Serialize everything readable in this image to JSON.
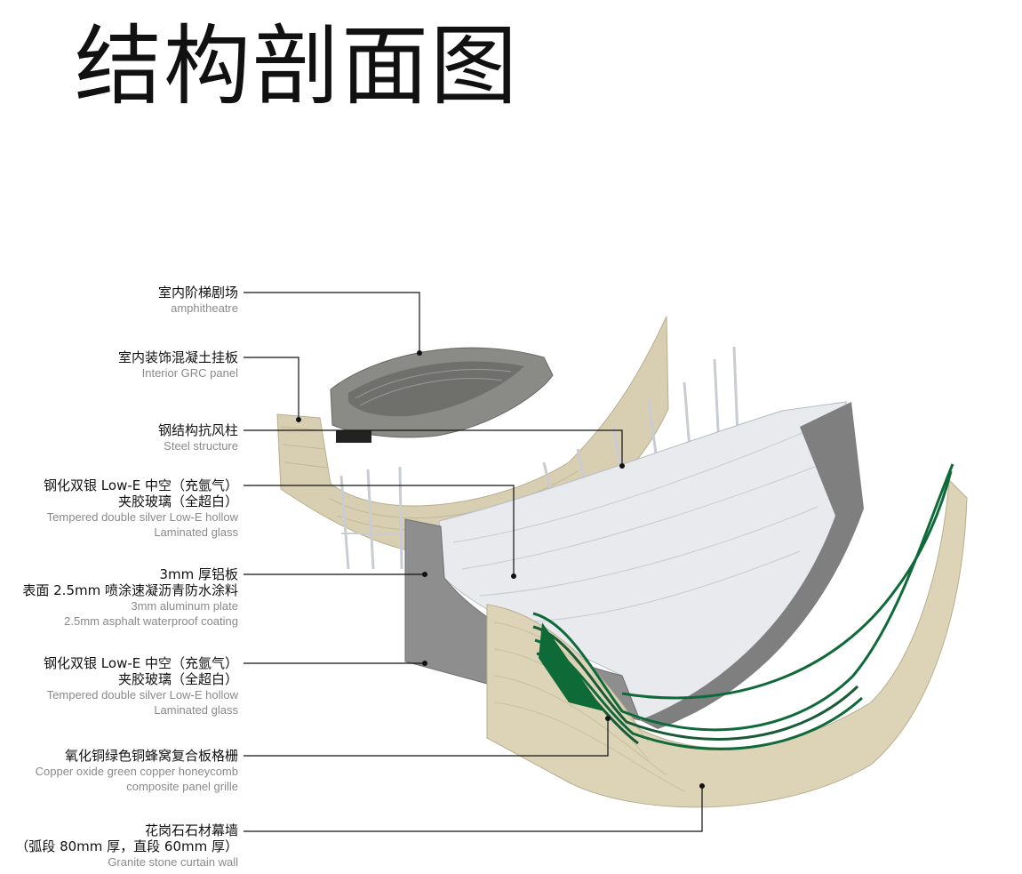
{
  "title": "结构剖面图",
  "colors": {
    "line": "#111111",
    "concrete": "#8c8c88",
    "stone": "#d6cdb0",
    "aluminum": "#8f8f8f",
    "glass": "#e9ebee",
    "copper_green": "#0f6a3a"
  },
  "labels": [
    {
      "zh": [
        "室内阶梯剧场"
      ],
      "en": [
        "amphitheatre"
      ]
    },
    {
      "zh": [
        "室内装饰混凝土挂板"
      ],
      "en": [
        "Interior GRC panel"
      ]
    },
    {
      "zh": [
        "钢结构抗风柱"
      ],
      "en": [
        "Steel structure"
      ]
    },
    {
      "zh": [
        "钢化双银 Low-E 中空（充氩气）",
        "夹胶玻璃（全超白）"
      ],
      "en": [
        "Tempered double silver Low-E hollow",
        "Laminated glass"
      ]
    },
    {
      "zh": [
        "3mm 厚铝板",
        "表面 2.5mm 喷涂速凝沥青防水涂料"
      ],
      "en": [
        "3mm aluminum plate",
        "2.5mm asphalt waterproof coating"
      ]
    },
    {
      "zh": [
        "钢化双银 Low-E 中空（充氩气）",
        "夹胶玻璃（全超白）"
      ],
      "en": [
        "Tempered double silver Low-E hollow",
        "Laminated glass"
      ]
    },
    {
      "zh": [
        "氧化铜绿色铜蜂窝复合板格栅"
      ],
      "en": [
        "Copper oxide green copper honeycomb",
        "composite panel grille"
      ]
    },
    {
      "zh": [
        "花岗石石材幕墙",
        "（弧段 80mm 厚，直段 60mm 厚）"
      ],
      "en": [
        "Granite stone curtain wall"
      ]
    }
  ]
}
